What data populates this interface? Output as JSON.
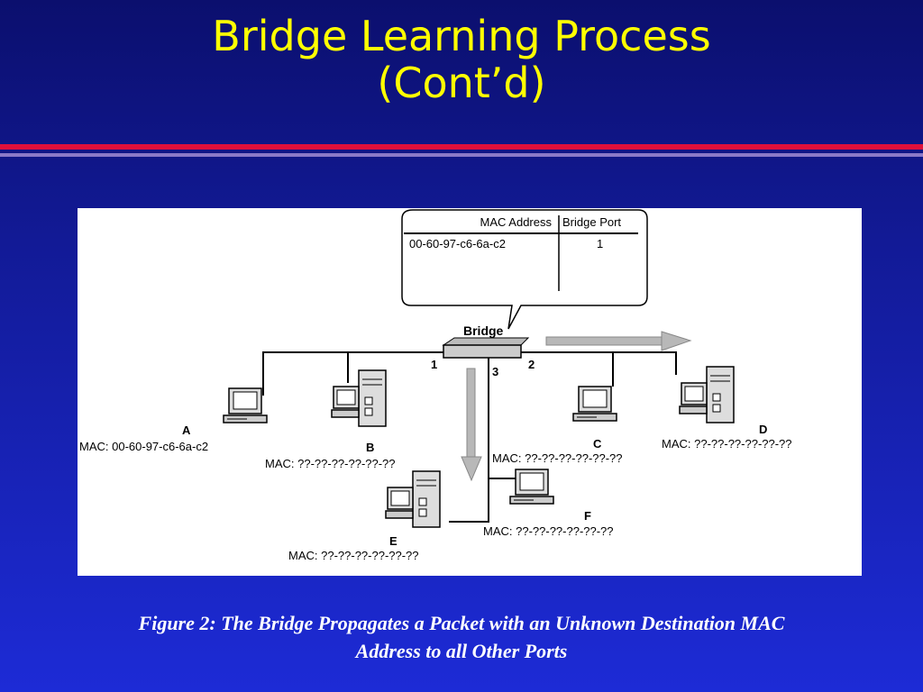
{
  "slide": {
    "title_line1": "Bridge Learning Process",
    "title_line2": "(Cont’d)",
    "caption_line1": "Figure 2: The Bridge Propagates a Packet with an Unknown Destination MAC",
    "caption_line2": "Address to all Other Ports"
  },
  "diagram": {
    "table": {
      "col1_header": "MAC Address",
      "col2_header": "Bridge Port",
      "rows": [
        {
          "mac": "00-60-97-c6-6a-c2",
          "port": "1"
        }
      ]
    },
    "bridge_label": "Bridge",
    "ports": {
      "p1": "1",
      "p2": "2",
      "p3": "3"
    },
    "hosts": {
      "a": {
        "name": "A",
        "mac": "MAC: 00-60-97-c6-6a-c2"
      },
      "b": {
        "name": "B",
        "mac": "MAC: ??-??-??-??-??-??"
      },
      "c": {
        "name": "C",
        "mac": "MAC: ??-??-??-??-??-??"
      },
      "d": {
        "name": "D",
        "mac": "MAC: ??-??-??-??-??-??"
      },
      "e": {
        "name": "E",
        "mac": "MAC: ??-??-??-??-??-??"
      },
      "f": {
        "name": "F",
        "mac": "MAC: ??-??-??-??-??-??"
      }
    }
  }
}
